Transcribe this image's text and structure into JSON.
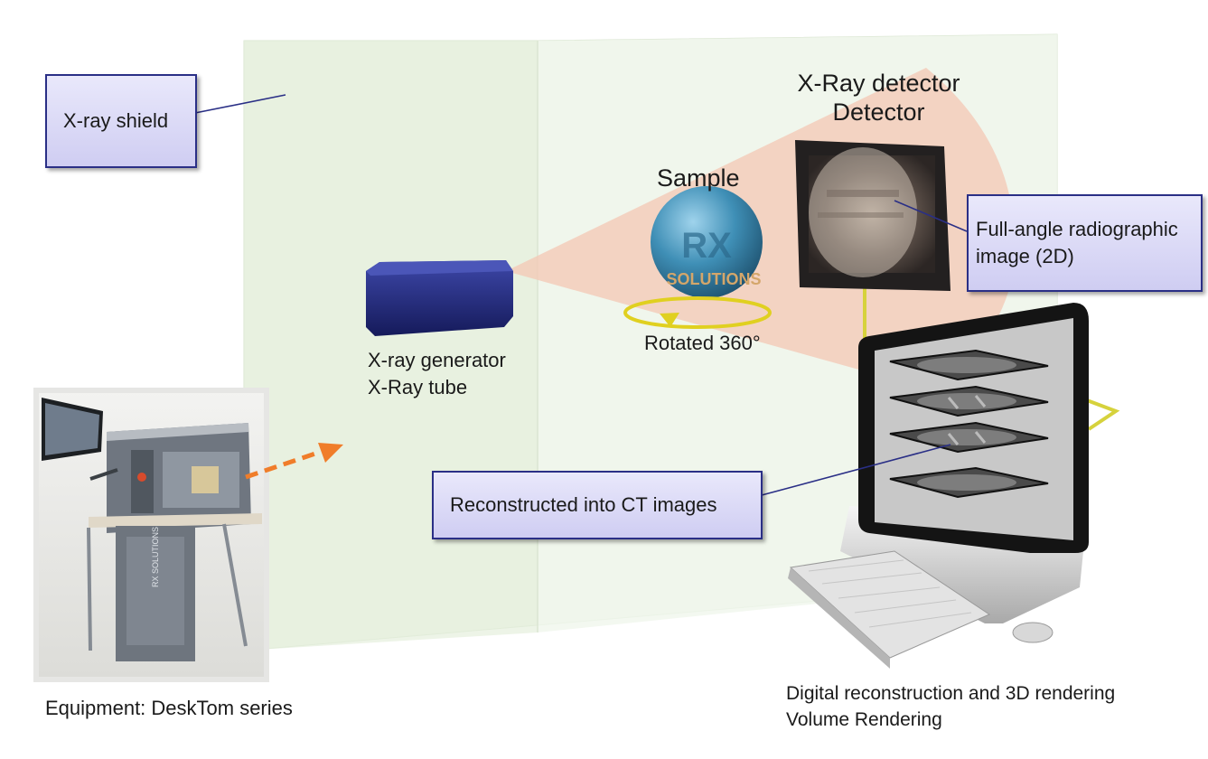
{
  "callouts": {
    "xray_shield": "X-ray shield",
    "full_angle_line1": "Full-angle radiographic",
    "full_angle_line2": "image (2D)",
    "reconstructed": "Reconstructed into CT images"
  },
  "labels": {
    "detector_line1": "X-Ray detector",
    "detector_line2": "Detector",
    "sample": "Sample",
    "rotated": "Rotated 360°",
    "generator_line1": "X-ray generator",
    "generator_line2": "X-Ray tube",
    "equipment": "Equipment: DeskTom series",
    "rendering_line1": "Digital reconstruction and 3D rendering",
    "rendering_line2": "Volume Rendering"
  },
  "logo_text": {
    "sphere": "RX",
    "sphere_sub": "SOLUTIONS",
    "machine": "RX SOLUTIONS"
  },
  "colors": {
    "callout_border": "#2a2f86",
    "arrow": "#f07d2a",
    "generator": "#1f2670",
    "sample": "#3f8fb6",
    "beam": "#f4c7b4",
    "rotation_arrow": "#e0d020"
  }
}
